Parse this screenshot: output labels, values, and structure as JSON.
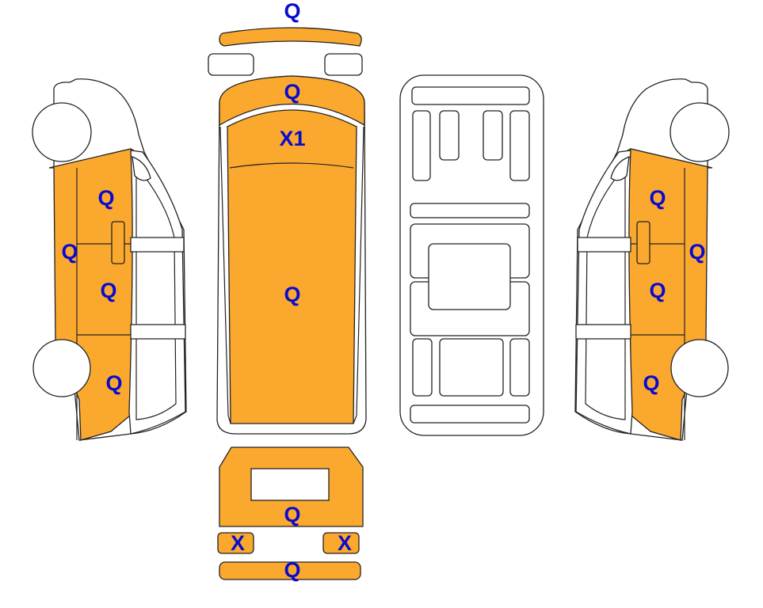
{
  "diagram": {
    "type": "vehicle-damage-diagram",
    "colors": {
      "damaged_panel": "#FBA92E",
      "label": "#0A0ACF",
      "undamaged": "#FFFFFF"
    },
    "left_side": {
      "labels": [
        "Q",
        "Q",
        "Q",
        "Q"
      ]
    },
    "right_side": {
      "labels": [
        "Q",
        "Q",
        "Q",
        "Q"
      ]
    },
    "top_view": {
      "front_bumper": "Q",
      "hood": "Q",
      "windshield": "X1",
      "roof": "Q"
    },
    "rear_view": {
      "tailgate": "Q",
      "left_light": "X",
      "right_light": "X",
      "rear_bumper": "Q"
    }
  }
}
